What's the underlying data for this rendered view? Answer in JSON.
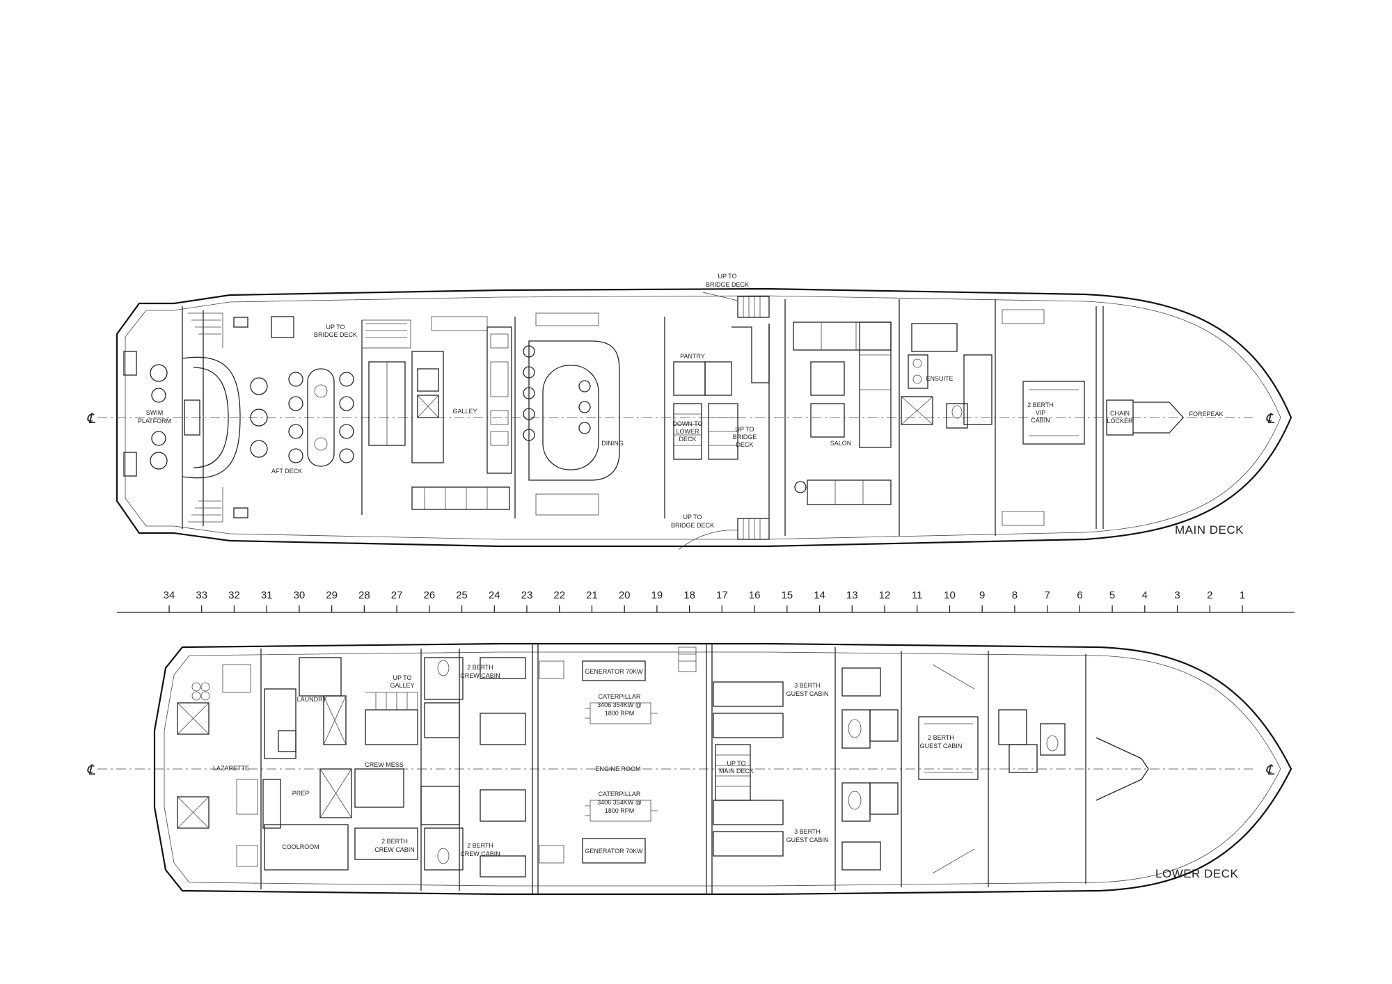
{
  "deck_titles": {
    "main": "MAIN DECK",
    "lower": "LOWER DECK"
  },
  "centerline_symbol": "℄",
  "main_deck": {
    "up_to_bridge_top": [
      "UP TO",
      "BRIDGE DECK"
    ],
    "up_to_bridge_aft": [
      "UP TO",
      "BRIDGE DECK"
    ],
    "up_to_bridge_bottom": [
      "UP TO",
      "BRIDGE DECK"
    ],
    "up_to_bridge_inner": [
      "UP TO",
      "BRIDGE",
      "DECK"
    ],
    "down_to_lower": [
      "DOWN TO",
      "LOWER",
      "DECK"
    ],
    "swim_platform": [
      "SWIM",
      "PLATFORM"
    ],
    "aft_deck": "AFT DECK",
    "galley": "GALLEY",
    "dining": "DINING",
    "pantry": "PANTRY",
    "salon": "SALON",
    "ensuite": "ENSUITE",
    "vip_cabin": [
      "2 BERTH",
      "VIP",
      "CABIN"
    ],
    "chain_locker": [
      "CHAIN",
      "LOCKER"
    ],
    "forepeak": "FOREPEAK"
  },
  "frames": [
    "34",
    "33",
    "32",
    "31",
    "30",
    "29",
    "28",
    "27",
    "26",
    "25",
    "24",
    "23",
    "22",
    "21",
    "20",
    "19",
    "18",
    "17",
    "16",
    "15",
    "14",
    "13",
    "12",
    "11",
    "10",
    "9",
    "8",
    "7",
    "6",
    "5",
    "4",
    "3",
    "2",
    "1"
  ],
  "lower_deck": {
    "lazarette": "LAZARETTE",
    "laundry": "LAUNDRY",
    "up_to_galley": [
      "UP TO",
      "GALLEY"
    ],
    "crew_mess": "CREW MESS",
    "prep": "PREP",
    "coolroom": "COOLROOM",
    "crew_cabin_a": [
      "2 BERTH",
      "CREW CABIN"
    ],
    "crew_cabin_b": [
      "2 BERTH",
      "CREW CABIN"
    ],
    "crew_cabin_c": [
      "2 BERTH",
      "CREW CABIN"
    ],
    "generator_top": "GENERATOR 70KW",
    "generator_bottom": "GENERATOR 70KW",
    "engine_top": [
      "CATERPILLAR",
      "3406 354KW @",
      "1800 RPM"
    ],
    "engine_bottom": [
      "CATERPILLAR",
      "3406 354KW @",
      "1800 RPM"
    ],
    "engine_room": "ENGINE ROOM",
    "up_to_main": [
      "UP TO",
      "MAIN DECK"
    ],
    "guest_cabin_top": [
      "3 BERTH",
      "GUEST CABIN"
    ],
    "guest_cabin_bottom": [
      "3 BERTH",
      "GUEST CABIN"
    ],
    "guest_cabin_fwd": [
      "2 BERTH",
      "GUEST CABIN"
    ]
  }
}
